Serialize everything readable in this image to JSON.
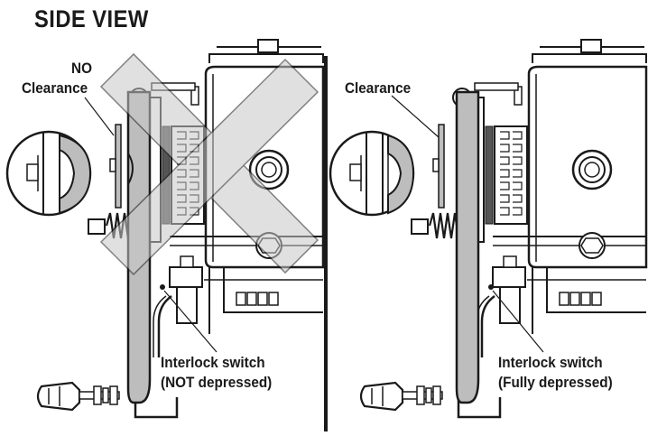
{
  "title": "SIDE VIEW",
  "left_panel": {
    "clearance_label_line1": "NO",
    "clearance_label_line2": "Clearance",
    "switch_label_line1": "Interlock switch",
    "switch_label_line2": "(NOT depressed)"
  },
  "right_panel": {
    "clearance_label": "Clearance",
    "switch_label_line1": "Interlock switch",
    "switch_label_line2": "(Fully depressed)"
  },
  "colors": {
    "line": "#1a1a1a",
    "gray_fill": "#bdbdbd",
    "dark_fill": "#555555",
    "x_overlay": "#cfcfcf"
  }
}
